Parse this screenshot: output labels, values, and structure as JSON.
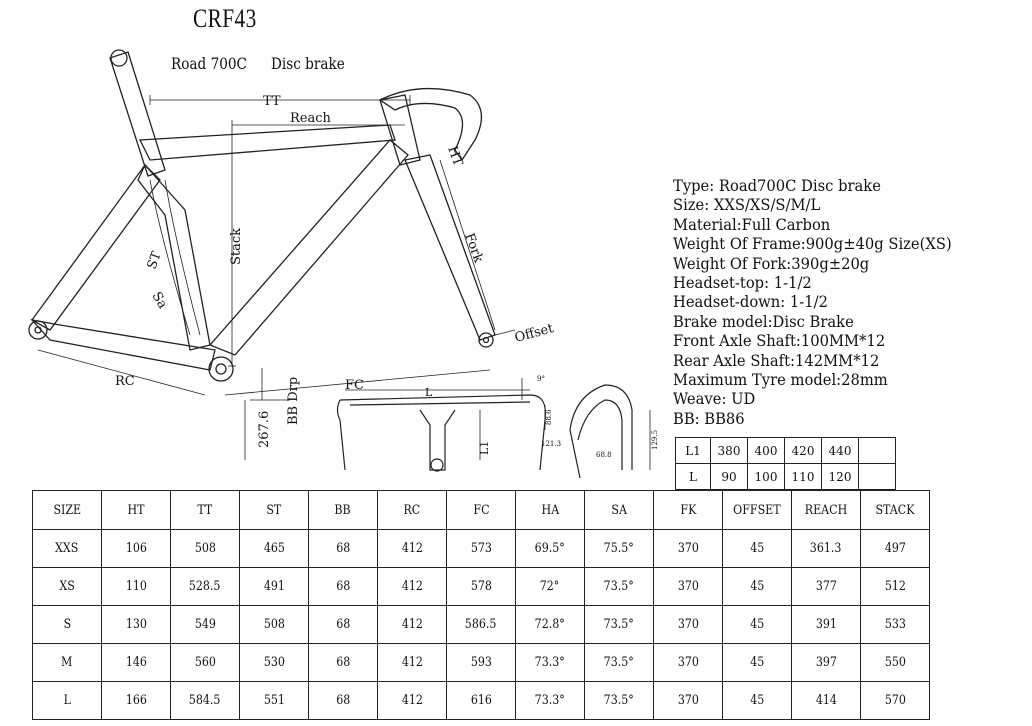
{
  "title": "CRF43",
  "subtitle": {
    "type": "Road 700C",
    "brake": "Disc brake"
  },
  "diagram_labels": {
    "tt": "TT",
    "reach": "Reach",
    "stack": "Stack",
    "ht": "HT",
    "fork": "Fork",
    "offset": "Offset",
    "st": "ST",
    "sa": "Sa",
    "rc": "RC",
    "fc": "FC",
    "bb_drop": "BB Drp",
    "bb_drop_value": "267.6",
    "bar_l": "L",
    "bar_l1": "L1",
    "bar_angle": "9°",
    "bar_reach_1": "88.6",
    "bar_drop": "121.3",
    "bar_h": "129.5",
    "bar_h2": "68.8"
  },
  "specs": [
    "Type: Road700C  Disc brake",
    "Size: XXS/XS/S/M/L",
    "Material:Full Carbon",
    "Weight Of Frame:900g±40g Size(XS)",
    "Weight Of Fork:390g±20g",
    "Headset-top: 1-1/2",
    "Headset-down: 1-1/2",
    "Brake model:Disc Brake",
    "Front Axle Shaft:100MM*12",
    "Rear Axle Shaft:142MM*12",
    "Maximum Tyre    model:28mm",
    "Weave: UD",
    "BB: BB86"
  ],
  "handlebar_sizes": {
    "l1_label": "L1",
    "l1": [
      "380",
      "400",
      "420",
      "440"
    ],
    "l_label": "L",
    "l": [
      "90",
      "100",
      "110",
      "120"
    ]
  },
  "geometry": {
    "headers": [
      "SIZE",
      "HT",
      "TT",
      "ST",
      "BB",
      "RC",
      "FC",
      "HA",
      "SA",
      "FK",
      "OFFSET",
      "REACH",
      "STACK"
    ],
    "rows": [
      [
        "XXS",
        "106",
        "508",
        "465",
        "68",
        "412",
        "573",
        "69.5°",
        "75.5°",
        "370",
        "45",
        "361.3",
        "497"
      ],
      [
        "XS",
        "110",
        "528.5",
        "491",
        "68",
        "412",
        "578",
        "72°",
        "73.5°",
        "370",
        "45",
        "377",
        "512"
      ],
      [
        "S",
        "130",
        "549",
        "508",
        "68",
        "412",
        "586.5",
        "72.8°",
        "73.5°",
        "370",
        "45",
        "391",
        "533"
      ],
      [
        "M",
        "146",
        "560",
        "530",
        "68",
        "412",
        "593",
        "73.3°",
        "73.5°",
        "370",
        "45",
        "397",
        "550"
      ],
      [
        "L",
        "166",
        "584.5",
        "551",
        "68",
        "412",
        "616",
        "73.3°",
        "73.5°",
        "370",
        "45",
        "414",
        "570"
      ]
    ]
  }
}
